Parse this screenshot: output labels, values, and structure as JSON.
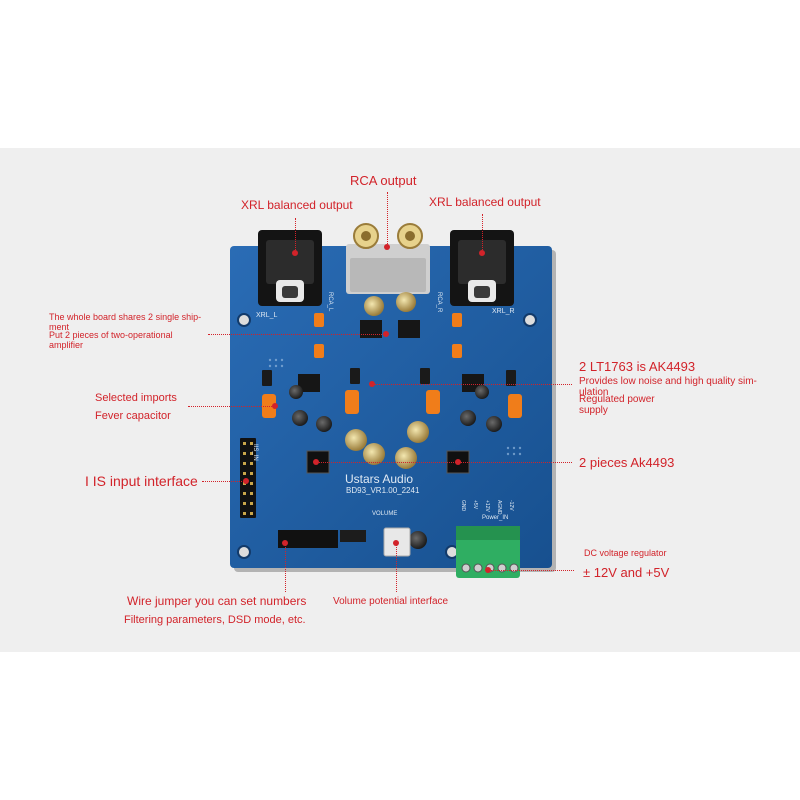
{
  "labels": {
    "rca_output": "RCA output",
    "xrl_left": "XRL balanced output",
    "xrl_right": "XRL balanced output",
    "ship_line1": "The whole board shares 2 single ship-",
    "ship_line2": "ment",
    "opamp_line1": "Put 2 pieces of two-operational",
    "opamp_line2": "amplifier",
    "lt1763": "2 LT1763 is AK4493",
    "low_noise_line1": "Provides low noise and high quality sim-",
    "low_noise_line2": "ulation",
    "regulated_line1": "Regulated power",
    "regulated_line2": "supply",
    "selected_imports": "Selected imports",
    "fever_capacitor": "Fever capacitor",
    "iis_input": "I IS input interface",
    "ak4493_pieces": "2 pieces Ak4493",
    "dc_regulator": "DC voltage regulator",
    "voltage": "± 12V and +5V",
    "wire_jumper": "Wire jumper you can set numbers",
    "filtering": "Filtering parameters, DSD mode, etc.",
    "volume_interface": "Volume potential interface"
  },
  "silkscreen": {
    "brand": "Ustars Audio",
    "model": "BD93_VR1.00_2241",
    "xrl_l": "XRL_L",
    "xrl_r": "XRL_R",
    "volume": "VOLUME",
    "power_in": "Power_IN",
    "iis_in": "IIS_IN",
    "rca_l": "RCA_L",
    "rca_r": "RCA_R",
    "power_pins": [
      "GND",
      "+5V",
      "+12V",
      "AGND",
      "-12V"
    ]
  },
  "colors": {
    "annotation": "#d2232a",
    "pcb": "#1f5fa6",
    "background": "#efefef"
  }
}
